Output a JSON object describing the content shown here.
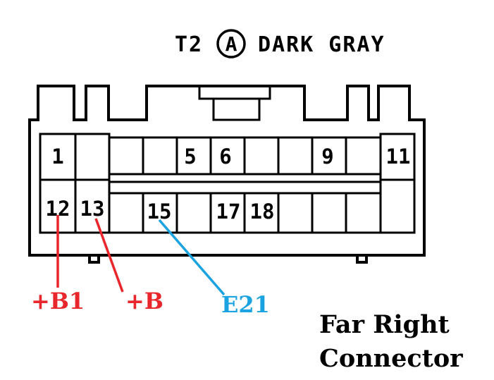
{
  "header": {
    "prefix": "T2",
    "circle_letter": "A",
    "color_name": "DARK GRAY"
  },
  "pins": {
    "p1": "1",
    "p5": "5",
    "p6": "6",
    "p9": "9",
    "p11": "11",
    "p12": "12",
    "p13": "13",
    "p15": "15",
    "p17": "17",
    "p18": "18"
  },
  "wires": {
    "b1": {
      "label": "+B1",
      "color": "#e8262b"
    },
    "b": {
      "label": "+B",
      "color": "#e8262b"
    },
    "e21": {
      "label": "E21",
      "color": "#1aa3e0"
    }
  },
  "caption": {
    "line1": "Far Right",
    "line2": "Connector"
  }
}
